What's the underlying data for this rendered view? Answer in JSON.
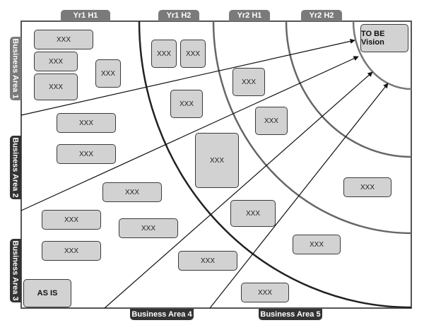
{
  "headers": {
    "top": [
      "Yr1 H1",
      "Yr1 H2",
      "Yr2 H1",
      "Yr2 H2"
    ],
    "left": [
      "Business Area 1",
      "Business Area 2",
      "Business Area 3"
    ],
    "bottom": [
      "Business Area 4",
      "Business Area 5"
    ]
  },
  "nodes": {
    "vision": "TO BE Vision",
    "as_is": "AS IS",
    "placeholder": "XXX"
  },
  "colors": {
    "header": "#7a7a7a",
    "header_dark": "#333333",
    "box_fill": "#d2d2d2",
    "border": "#3a3a3a"
  }
}
